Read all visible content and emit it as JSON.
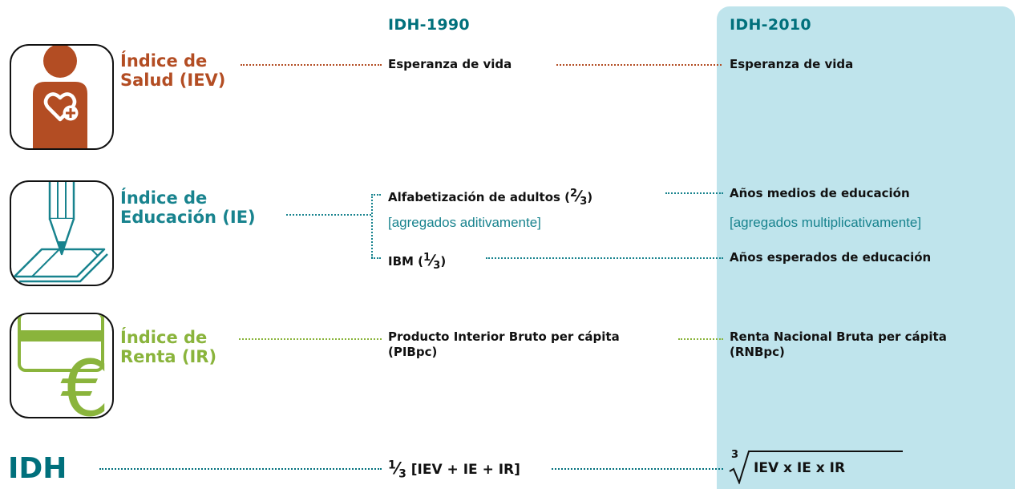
{
  "colors": {
    "health": "#b34d23",
    "education": "#18838e",
    "income": "#8ab43c",
    "title": "#00707c",
    "panel": "#bfe4ec"
  },
  "columns": {
    "idh1990": "IDH-1990",
    "idh2010": "IDH-2010"
  },
  "health": {
    "icon": "person-heart-icon",
    "title_line1": "Índice de",
    "title_line2": "Salud (IEV)",
    "idh1990": "Esperanza de vida",
    "idh2010": "Esperanza de vida"
  },
  "education": {
    "icon": "pencil-book-icon",
    "title_line1": "Índice de",
    "title_line2": "Educación (IE)",
    "idh1990_item1": "Alfabetización de adultos (",
    "idh1990_item1_frac_num": "2",
    "idh1990_item1_frac_den": "3",
    "idh1990_note": "[agregados aditivamente]",
    "idh1990_item2": "IBM (",
    "idh1990_item2_frac_num": "1",
    "idh1990_item2_frac_den": "3",
    "idh2010_item1": "Años medios de educación",
    "idh2010_note": "[agregados multiplicativamente]",
    "idh2010_item2": "Años esperados de educación"
  },
  "income": {
    "icon": "card-euro-icon",
    "title_line1": "Índice de",
    "title_line2": "Renta (IR)",
    "idh1990_line1": "Producto Interior Bruto per cápita",
    "idh1990_line2": "(PIBpc)",
    "idh2010_line1": "Renta Nacional Bruta per cápita",
    "idh2010_line2": "(RNBpc)"
  },
  "idh": {
    "label": "IDH",
    "formula_1990_num": "1",
    "formula_1990_den": "3",
    "formula_1990": "[IEV + IE + IR]",
    "formula_2010_index": "3",
    "formula_2010": "IEV x IE x IR"
  }
}
